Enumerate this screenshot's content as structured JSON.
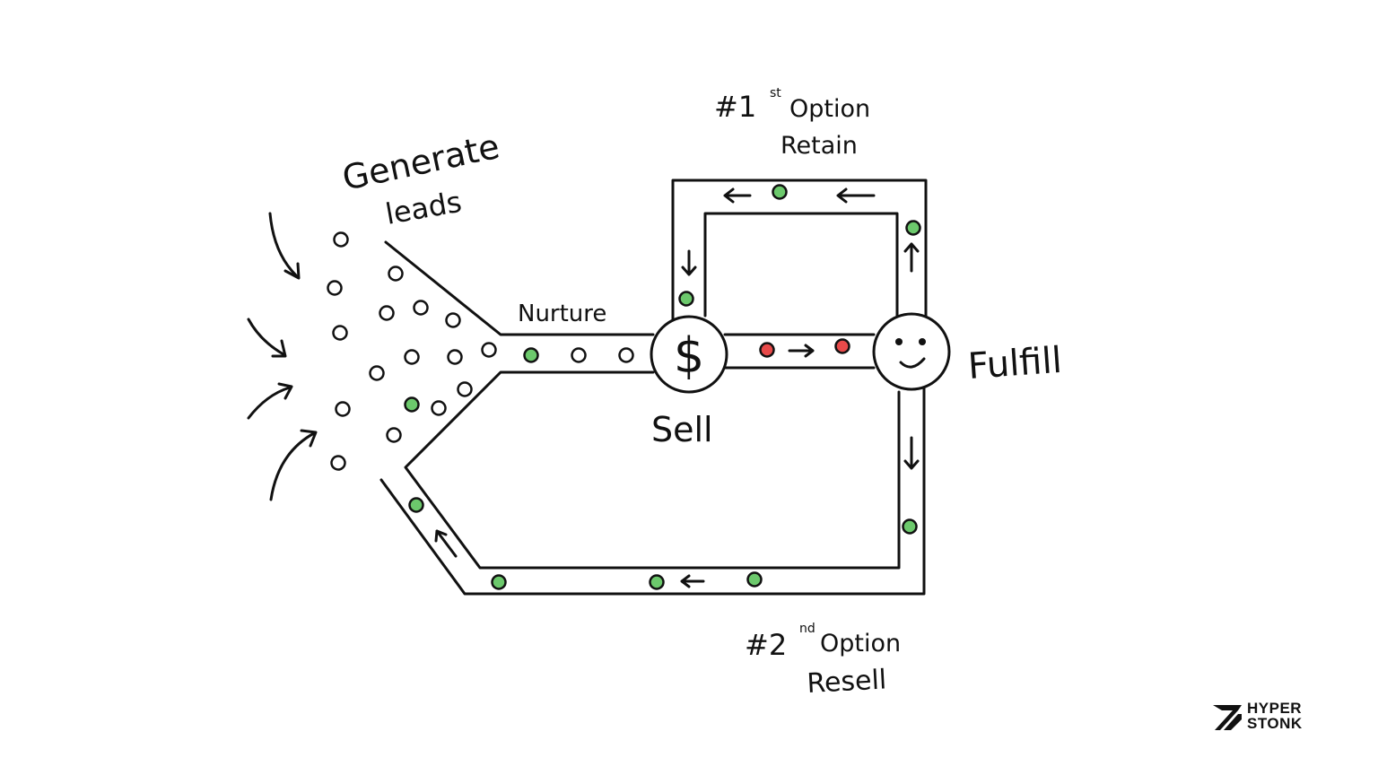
{
  "labels": {
    "generate": "Generate",
    "leads": "leads",
    "nurture": "Nurture",
    "sell": "Sell",
    "fulfill": "Fulfill",
    "option1_num": "#1",
    "option1_sup": "st",
    "option1_word": "Option",
    "retain": "Retain",
    "option2_num": "#2",
    "option2_sup": "nd",
    "option2_word": "Option",
    "resell": "Resell"
  },
  "icons": {
    "sell": "$",
    "fulfill": "smiley-face-icon"
  },
  "brand": {
    "line1": "HYPER",
    "line2": "STONK"
  },
  "colors": {
    "lead": "#ffffff",
    "converted": "#6cc96c",
    "unfulfilled": "#e84a4a",
    "ink": "#111111"
  }
}
